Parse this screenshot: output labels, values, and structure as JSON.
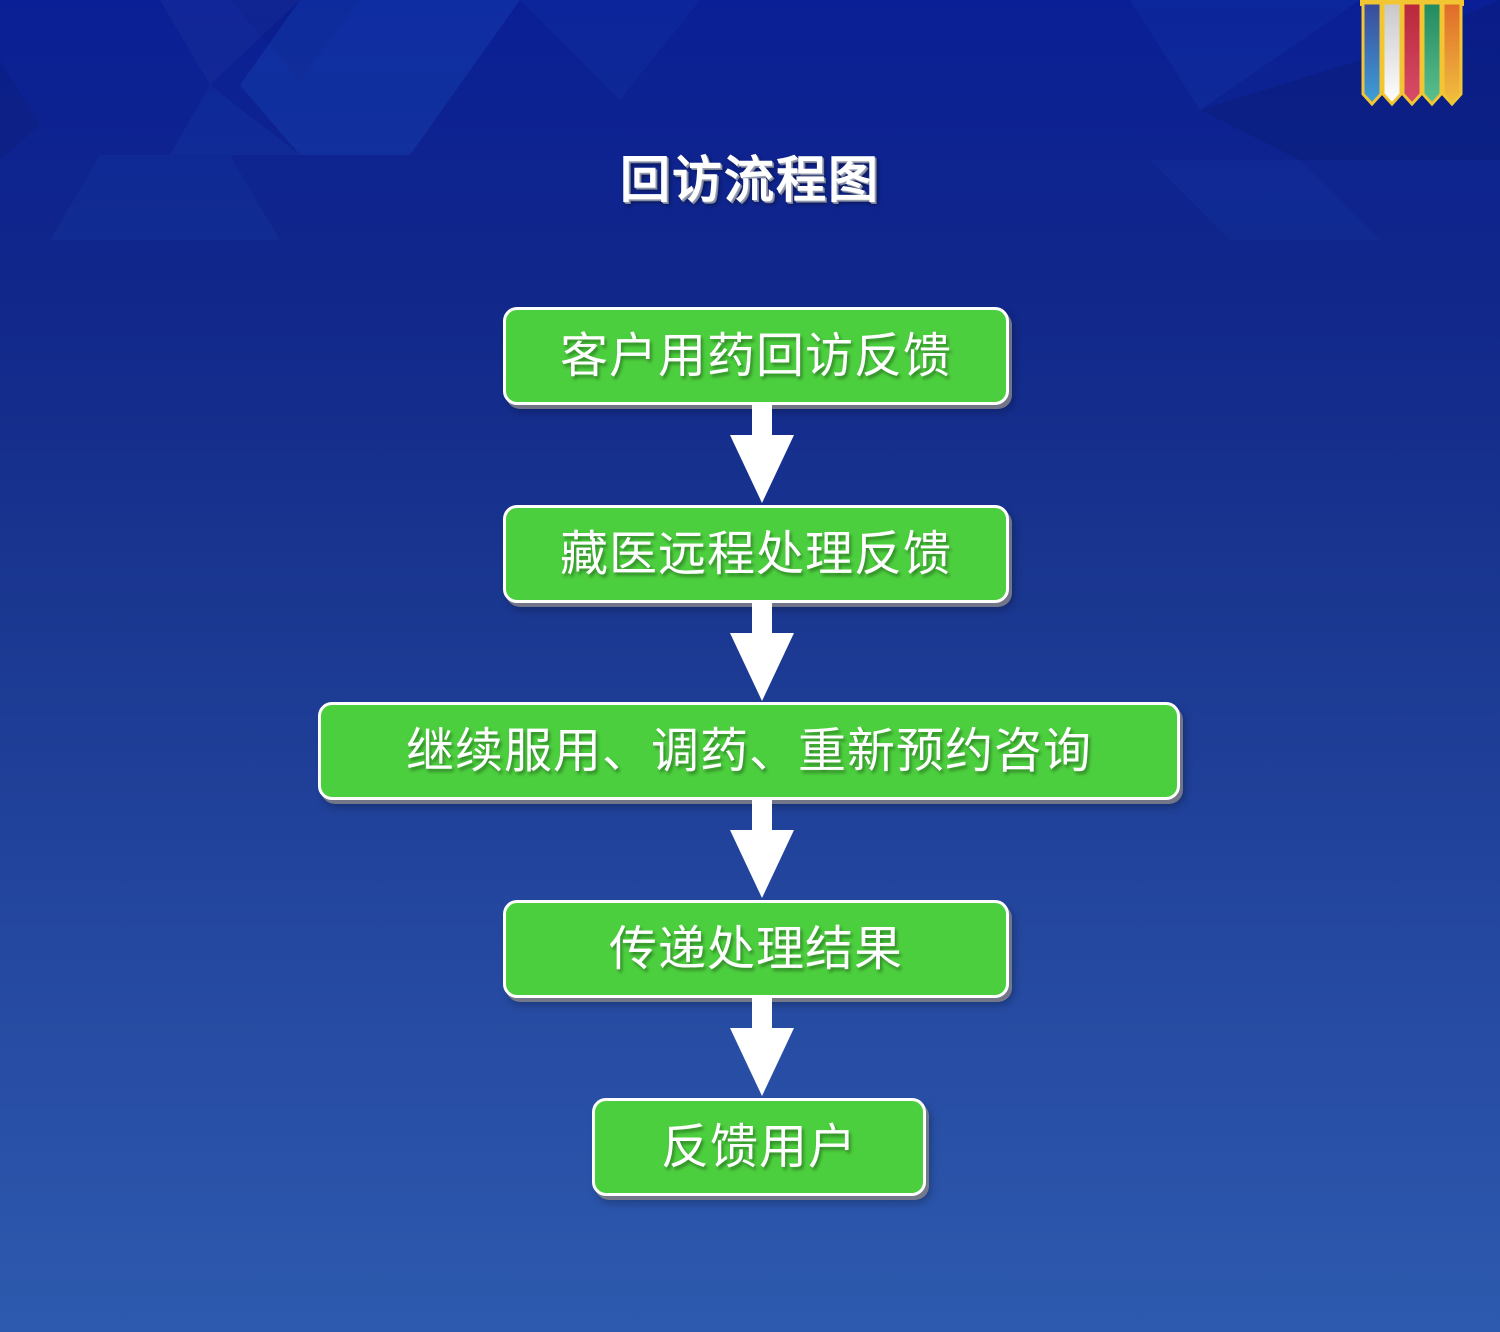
{
  "diagram": {
    "title": "回访流程图",
    "type": "flowchart",
    "direction": "top-to-bottom",
    "nodes": [
      {
        "id": "n1",
        "label": "客户用药回访反馈"
      },
      {
        "id": "n2",
        "label": "藏医远程处理反馈"
      },
      {
        "id": "n3",
        "label": "继续服用、调药、重新预约咨询"
      },
      {
        "id": "n4",
        "label": "传递处理结果"
      },
      {
        "id": "n5",
        "label": "反馈用户"
      }
    ],
    "edges": [
      {
        "from": "n1",
        "to": "n2"
      },
      {
        "from": "n2",
        "to": "n3"
      },
      {
        "from": "n3",
        "to": "n4"
      },
      {
        "from": "n4",
        "to": "n5"
      }
    ]
  },
  "decoration": {
    "banner_stripes": [
      "#3d57a8",
      "#e4e4e4",
      "#c8324a",
      "#2e9a6c",
      "#e8782e"
    ],
    "banner_border": "#f2c532"
  },
  "colors": {
    "node_fill": "#4ccf3e",
    "node_border": "#ffffff",
    "node_text": "#ffffff",
    "arrow": "#ffffff",
    "background_top": "#0a1f95",
    "background_bottom": "#2d5aae"
  }
}
